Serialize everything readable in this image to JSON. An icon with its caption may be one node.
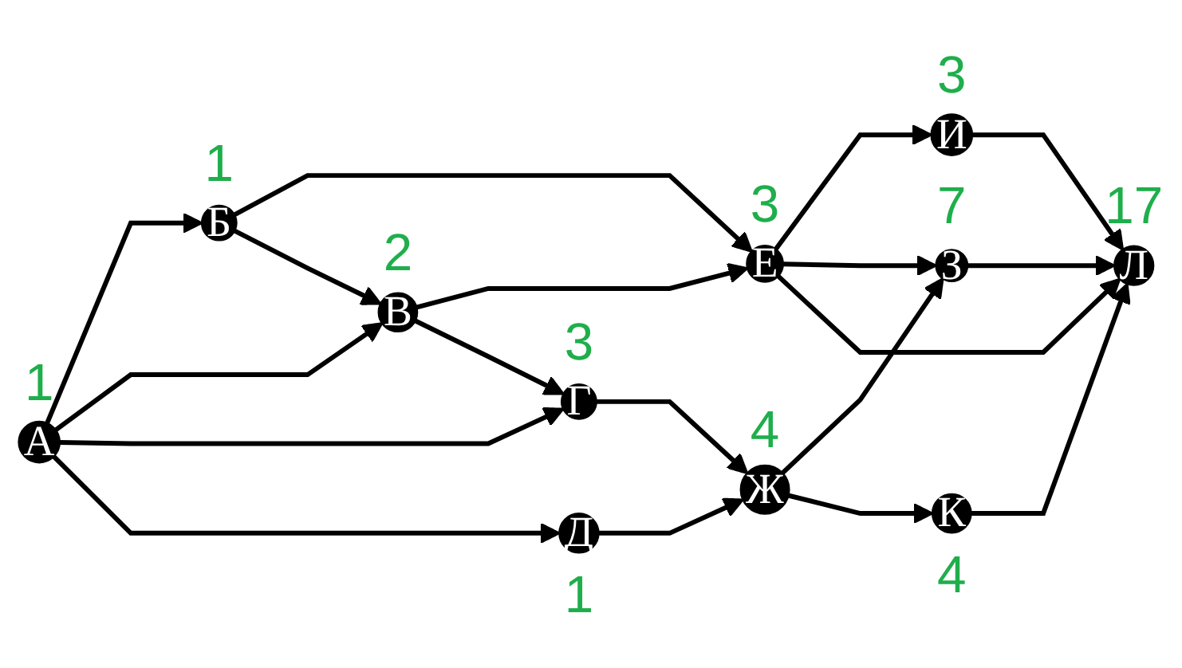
{
  "diagram": {
    "nodes": [
      {
        "text": [
          "А"
        ],
        "beside": [
          "1"
        ]
      },
      {
        "text": [
          "Б"
        ],
        "beside": [
          "1"
        ]
      },
      {
        "text": [
          "В"
        ],
        "beside": [
          "2"
        ]
      },
      {
        "text": [
          "Г"
        ],
        "beside": [
          "3"
        ]
      },
      {
        "text": [
          "Д"
        ],
        "beside": [
          "1"
        ]
      },
      {
        "text": [
          "Е"
        ],
        "beside": [
          "3"
        ]
      },
      {
        "text": [
          "Ж"
        ],
        "beside": [
          "4"
        ]
      },
      {
        "text": [
          "З"
        ],
        "beside": [
          "7"
        ]
      },
      {
        "text": [
          "И"
        ],
        "beside": [
          "3"
        ]
      },
      {
        "text": [
          "К"
        ],
        "beside": [
          "4"
        ]
      },
      {
        "text": [
          "Л"
        ],
        "beside": [
          "17"
        ]
      }
    ],
    "edges": [
      {
        "from": 0,
        "to": 1,
        "arrow": "to"
      },
      {
        "from": 0,
        "to": 2,
        "arrow": "to"
      },
      {
        "from": 0,
        "to": 3,
        "arrow": "to"
      },
      {
        "from": 0,
        "to": 4,
        "arrow": "to"
      },
      {
        "from": 1,
        "to": 5,
        "arrow": "to"
      },
      {
        "from": 1,
        "to": 2,
        "arrow": "to"
      },
      {
        "from": 2,
        "to": 5,
        "arrow": "to"
      },
      {
        "from": 2,
        "to": 3,
        "arrow": "to"
      },
      {
        "from": 3,
        "to": 6,
        "arrow": "to"
      },
      {
        "from": 4,
        "to": 6,
        "arrow": "to"
      },
      {
        "from": 5,
        "to": 8,
        "arrow": "to"
      },
      {
        "from": 5,
        "to": 7,
        "arrow": "to"
      },
      {
        "from": 5,
        "to": 10,
        "arrow": "to"
      },
      {
        "from": 8,
        "to": 10,
        "arrow": "to"
      },
      {
        "from": 7,
        "to": 10,
        "arrow": "to"
      },
      {
        "from": 6,
        "to": 7,
        "arrow": "to"
      },
      {
        "from": 6,
        "to": 9,
        "arrow": "to"
      },
      {
        "from": 9,
        "to": 10,
        "arrow": "to"
      }
    ]
  }
}
